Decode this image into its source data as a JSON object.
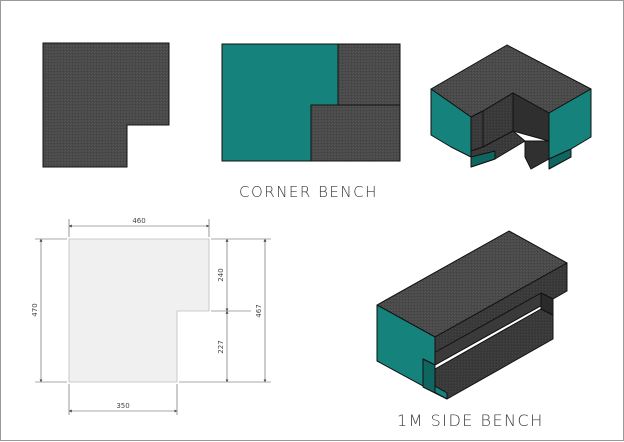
{
  "titles": {
    "corner_bench": "CORNER BENCH",
    "side_bench": "1M SIDE BENCH"
  },
  "dimensions": {
    "top_width": "460",
    "bottom_width": "350",
    "left_height": "470",
    "right_total_height": "467",
    "right_upper_height": "240",
    "right_lower_height": "227"
  },
  "colors": {
    "charcoal": "#4a4a4a",
    "charcoal_dark": "#3a3a3a",
    "teal": "#15837c",
    "teal_dark": "#0f6660",
    "plan_fill": "#f0f0f0",
    "line": "#222222"
  },
  "icons": {
    "corner_plan": "l-shape-plan-icon",
    "corner_layout": "cushion-layout-icon",
    "corner_iso": "corner-bench-isometric-icon",
    "side_iso": "side-bench-isometric-icon"
  }
}
